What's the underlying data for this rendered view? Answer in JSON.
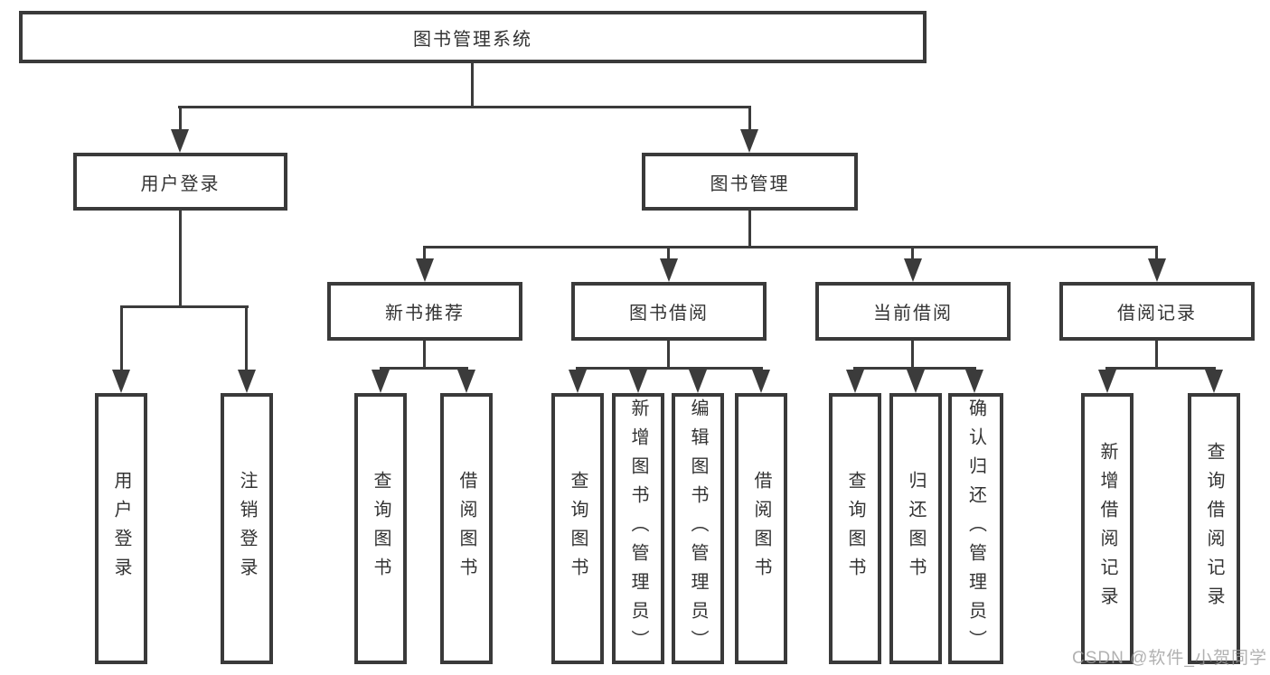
{
  "diagram": {
    "root": {
      "label": "图书管理系统",
      "children": [
        {
          "label": "用户登录",
          "children": [
            {
              "label": "用户登录"
            },
            {
              "label": "注销登录"
            }
          ]
        },
        {
          "label": "图书管理",
          "children": [
            {
              "label": "新书推荐",
              "children": [
                {
                  "label": "查询图书"
                },
                {
                  "label": "借阅图书"
                }
              ]
            },
            {
              "label": "图书借阅",
              "children": [
                {
                  "label": "查询图书"
                },
                {
                  "label": "新增图书（管理员）"
                },
                {
                  "label": "编辑图书（管理员）"
                },
                {
                  "label": "借阅图书"
                }
              ]
            },
            {
              "label": "当前借阅",
              "children": [
                {
                  "label": "查询图书"
                },
                {
                  "label": "归还图书"
                },
                {
                  "label": "确认归还（管理员）"
                }
              ]
            },
            {
              "label": "借阅记录",
              "children": [
                {
                  "label": "新增借阅记录"
                },
                {
                  "label": "查询借阅记录"
                }
              ]
            }
          ]
        }
      ]
    },
    "colors": {
      "line": "#3b3b3b",
      "border": "#3a3a3a",
      "text": "#333333",
      "background": "#ffffff",
      "watermark": "#9e9e9e"
    },
    "watermark": "CSDN @软件_小贺同学"
  }
}
